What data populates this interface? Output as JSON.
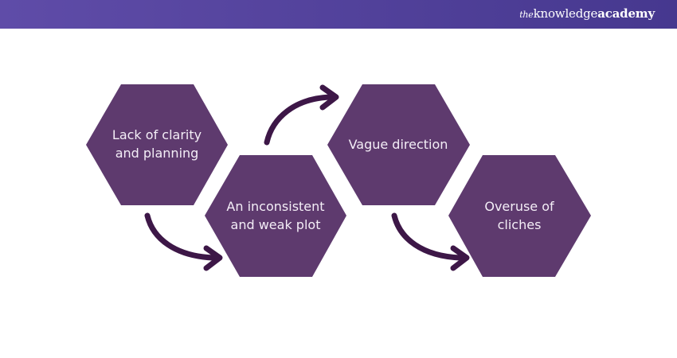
{
  "header": {
    "logo": {
      "prefix": "the",
      "word1": "knowledge",
      "word2": "academy"
    }
  },
  "colors": {
    "header_start": "#5f4ca8",
    "header_end": "#46388f",
    "hexagon_fill": "#5e3a6e",
    "arrow": "#3d1747",
    "hexagon_text": "#f4eef7"
  },
  "steps": [
    {
      "line1": "Lack of clarity",
      "line2": "and planning"
    },
    {
      "line1": "An inconsistent",
      "line2": "and weak plot"
    },
    {
      "line1": "Vague direction",
      "line2": ""
    },
    {
      "line1": "Overuse of",
      "line2": "cliches"
    }
  ],
  "arrows": [
    {
      "from": 0,
      "to": 1,
      "icon": "curved-arrow-down-right"
    },
    {
      "from": 1,
      "to": 2,
      "icon": "curved-arrow-up-right"
    },
    {
      "from": 2,
      "to": 3,
      "icon": "curved-arrow-down-right"
    }
  ]
}
